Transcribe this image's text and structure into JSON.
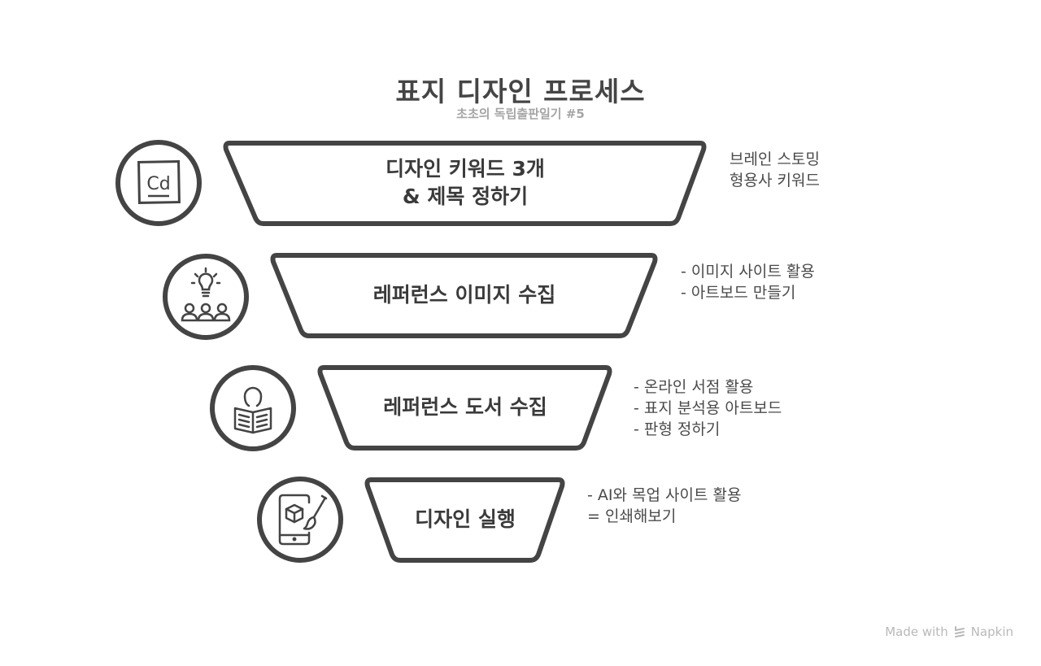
{
  "header": {
    "title": "표지 디자인 프로세스",
    "subtitle": "초초의 독립출판일기 #5"
  },
  "stages": [
    {
      "label": "디자인 키워드 3개\n& 제목 정하기",
      "icon": "design-app-cd-icon",
      "notes": [
        "브레인 스토밍",
        "형용사 키워드"
      ]
    },
    {
      "label": "레퍼런스 이미지 수집",
      "icon": "idea-team-icon",
      "notes": [
        "- 이미지 사이트 활용",
        "- 아트보드 만들기"
      ]
    },
    {
      "label": "레퍼런스 도서 수집",
      "icon": "reading-person-icon",
      "notes": [
        "- 온라인 서점 활용",
        "- 표지 분석용 아트보드",
        "- 판형 정하기"
      ]
    },
    {
      "label": "디자인 실행",
      "icon": "mobile-3d-brush-icon",
      "notes": [
        "- AI와 목업 사이트 활용",
        "= 인쇄해보기"
      ]
    }
  ],
  "footer": {
    "made_with": "Made with",
    "brand": "Napkin"
  },
  "colors": {
    "stroke": "#444444",
    "title": "#454545",
    "subtitle": "#a5a5a5",
    "footer": "#b9b9b9"
  }
}
